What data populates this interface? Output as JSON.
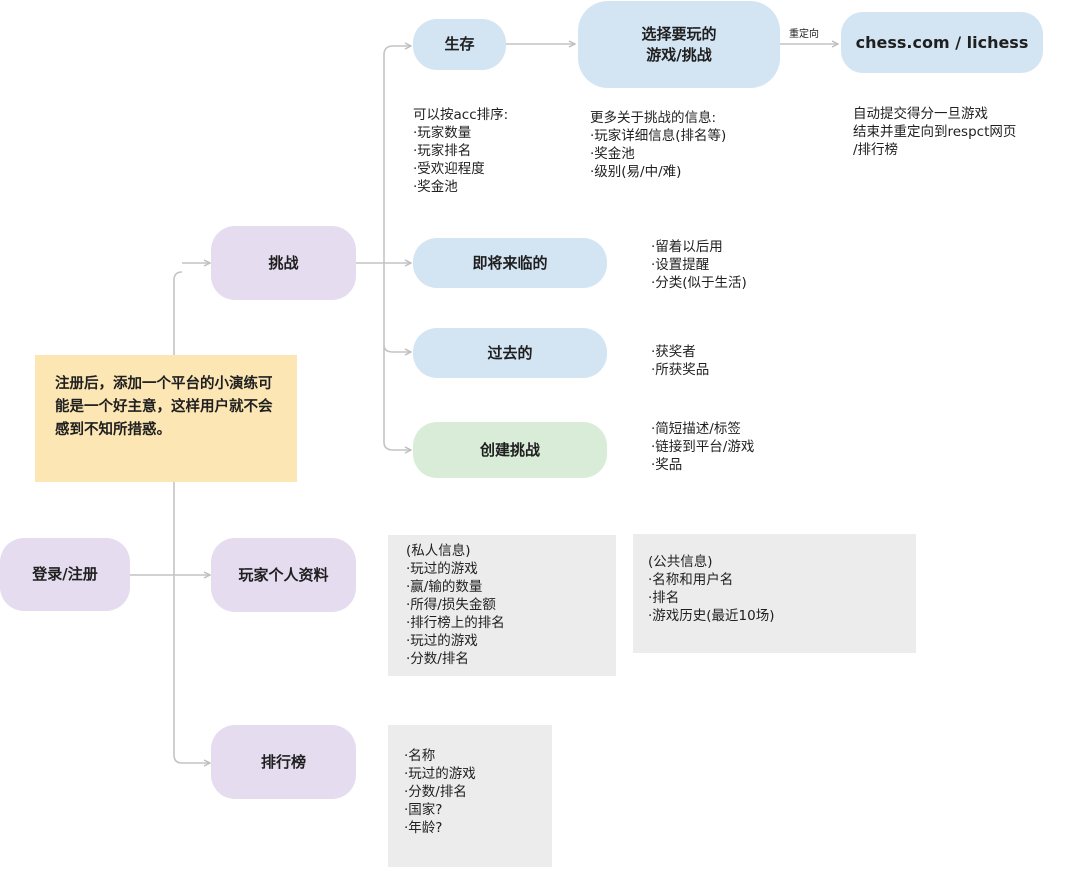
{
  "nodes": {
    "login": "登录/注册",
    "challenge": "挑战",
    "profile": "玩家个人资料",
    "leaderboard": "排行榜",
    "survival": "生存",
    "upcoming": "即将来临的",
    "past": "过去的",
    "create": "创建挑战",
    "choose_line1": "选择要玩的",
    "choose_line2": "游戏/挑战",
    "chess": "chess.com / lichess"
  },
  "note": "注册后，添加一个平台的小演练可能是一个好主意，这样用户就不会感到不知所措惑。",
  "edge_label_redirect": "重定向",
  "texts": {
    "survival_sort": {
      "head": "可以按acc排序:",
      "items": [
        "·玩家数量",
        "·玩家排名",
        "·受欢迎程度",
        "·奖金池"
      ]
    },
    "challenge_info": {
      "head": "更多关于挑战的信息:",
      "items": [
        "·玩家详细信息(排名等)",
        "·奖金池",
        "·级别(易/中/难)"
      ]
    },
    "auto_submit": [
      "自动提交得分一旦游戏",
      "结束并重定向到respct网页",
      "/排行榜"
    ],
    "upcoming_items": [
      "·留着以后用",
      "·设置提醒",
      "·分类(似于生活)"
    ],
    "past_items": [
      "·获奖者",
      "·所获奖品"
    ],
    "create_items": [
      "·简短描述/标签",
      "·链接到平台/游戏",
      "·奖品"
    ],
    "private_info": [
      "(私人信息)",
      "·玩过的游戏",
      "·赢/输的数量",
      "·所得/损失金额",
      "·排行榜上的排名",
      "·玩过的游戏",
      "·分数/排名"
    ],
    "public_info": [
      "(公共信息)",
      "·名称和用户名",
      "·排名",
      "·游戏历史(最近10场)"
    ],
    "leaderboard_items": [
      "·名称",
      "·玩过的游戏",
      "·分数/排名",
      "·国家?",
      "·年龄?"
    ]
  },
  "colors": {
    "purple_node": "#e5dcef",
    "blue_node": "#d3e4f3",
    "green_node": "#d8ecd7",
    "note_bg": "#fbe6b4",
    "gray_box": "#ececec",
    "connector": "#c4c4c4"
  }
}
